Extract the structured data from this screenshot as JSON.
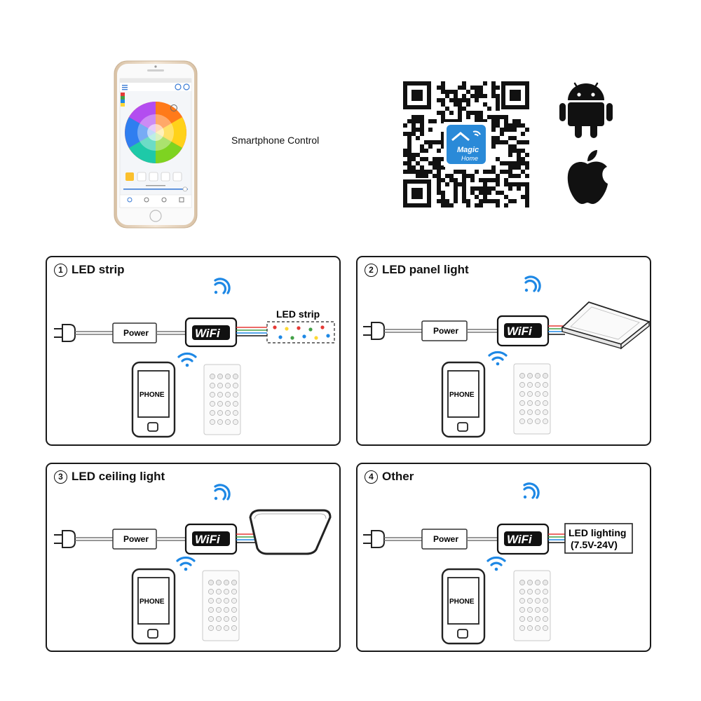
{
  "top": {
    "smartphone_label": "Smartphone Control",
    "app_badge_line1": "Magic",
    "app_badge_line2": "Home"
  },
  "panels": [
    {
      "number": "1",
      "title": "LED strip",
      "power_label": "Power",
      "wifi_label": "WiFi",
      "phone_label": "PHONE",
      "device_label": "LED strip"
    },
    {
      "number": "2",
      "title": "LED panel light",
      "power_label": "Power",
      "wifi_label": "WiFi",
      "phone_label": "PHONE"
    },
    {
      "number": "3",
      "title": "LED ceiling light",
      "power_label": "Power",
      "wifi_label": "WiFi",
      "phone_label": "PHONE"
    },
    {
      "number": "4",
      "title": "Other",
      "power_label": "Power",
      "wifi_label": "WiFi",
      "phone_label": "PHONE",
      "device_label_line1": "LED lighting",
      "device_label_line2": "(7.5V-24V)"
    }
  ],
  "colors": {
    "wifi_signal": "#1e88e5",
    "qr_badge": "#2a8ad8",
    "border": "#1a1a1a"
  }
}
